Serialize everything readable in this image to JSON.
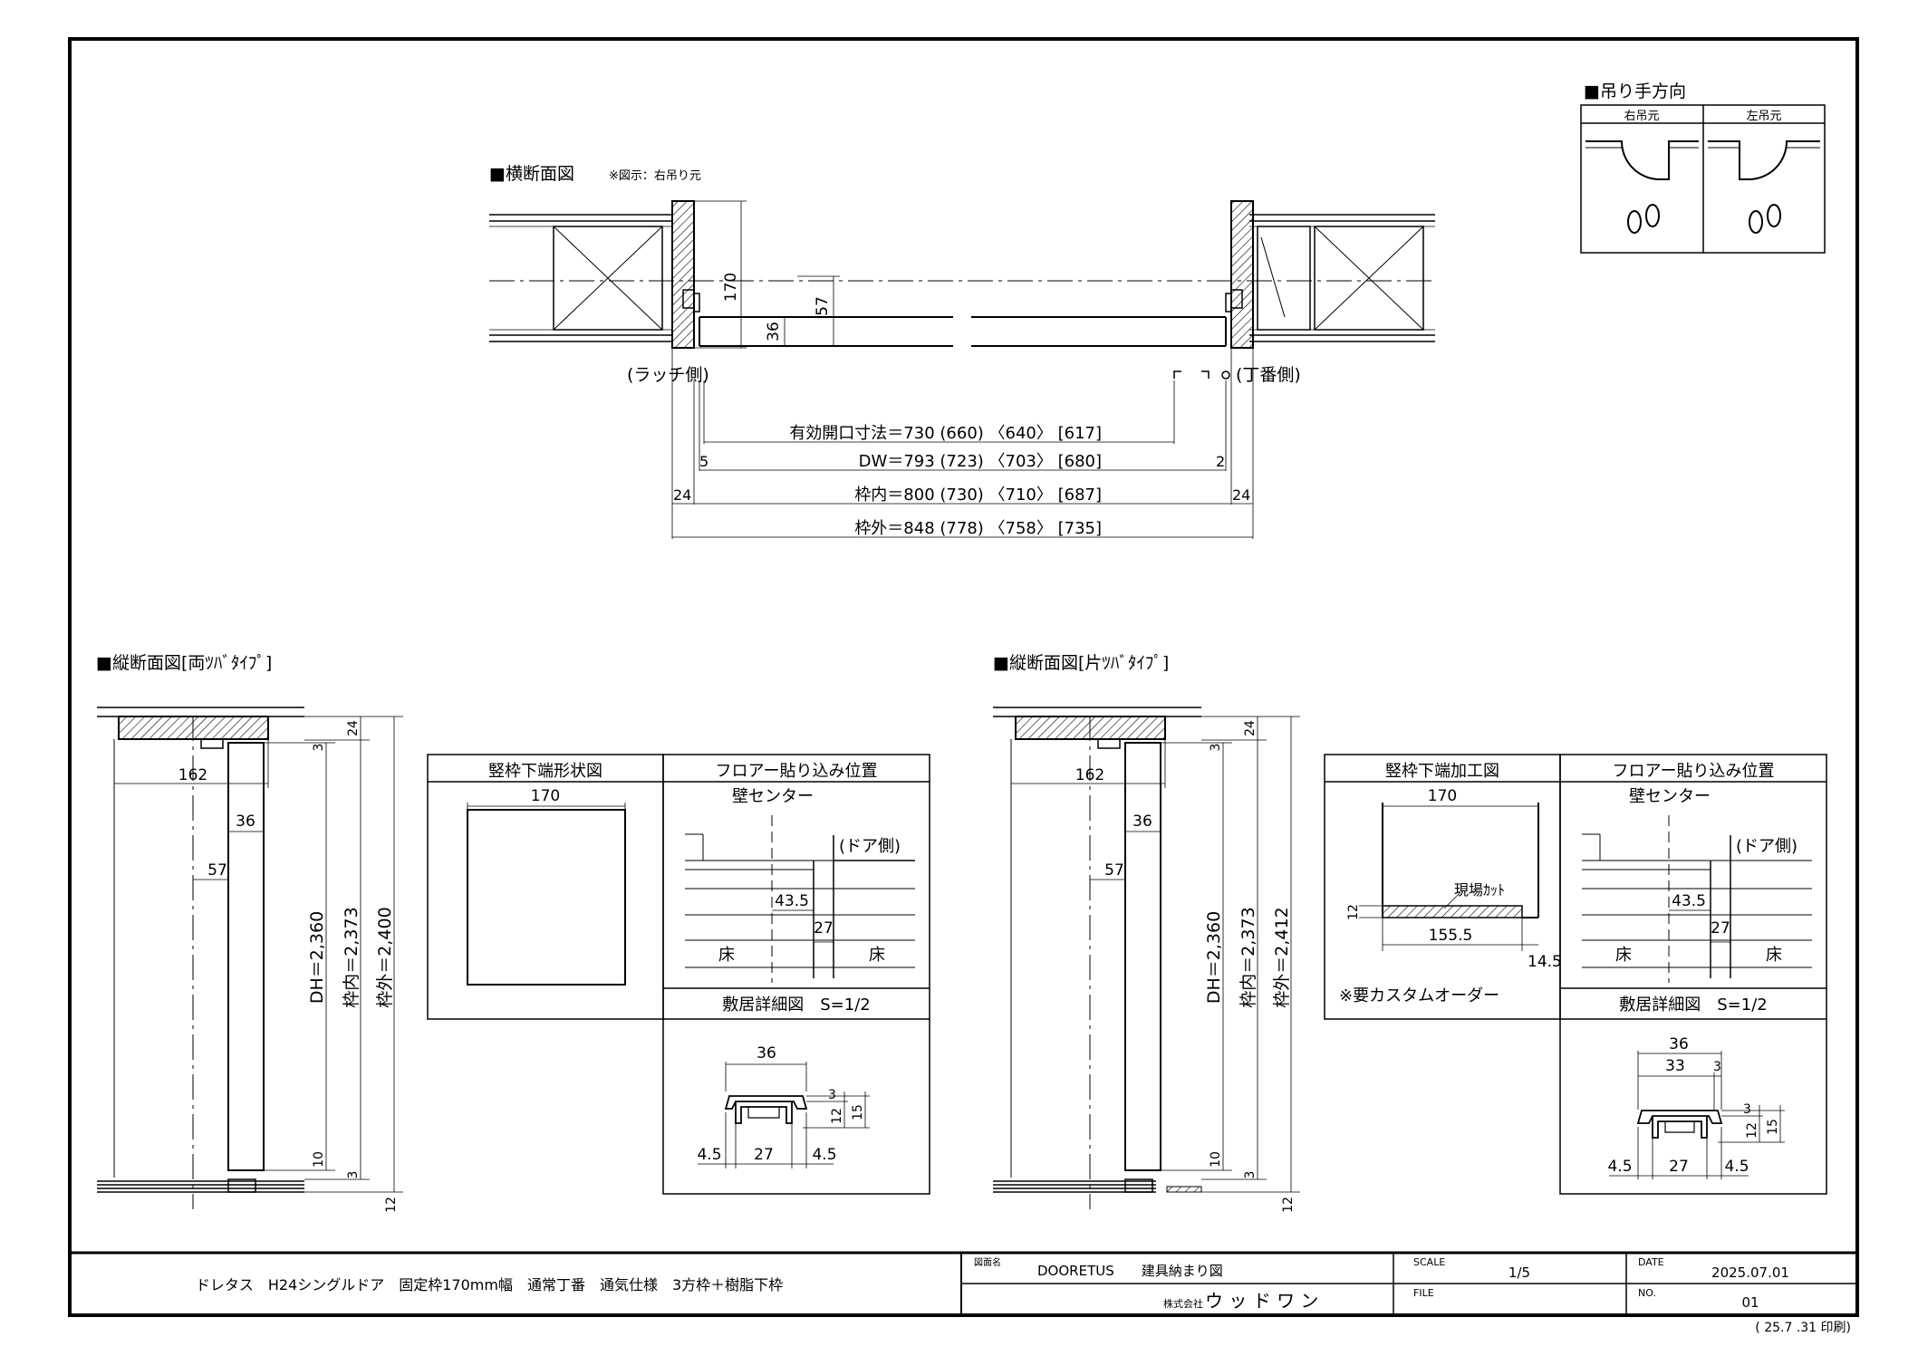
{
  "title_block": {
    "description": "ドレタス　H24シングルドア　固定枠170mm幅　通常丁番　通気仕様　3方枠＋樹脂下枠",
    "drawing_name_label": "図面名",
    "drawing_name": "DOORETUS　　建具納まり図",
    "company_prefix": "株式会社",
    "company": "ウ ッ ド ワ ン",
    "scale_label": "SCALE",
    "scale": "1/5",
    "file_label": "FILE",
    "date_label": "DATE",
    "date": "2025.07.01",
    "no_label": "NO.",
    "no": "01",
    "print_note": "( 25.7 .31 印刷)"
  },
  "hinge_direction": {
    "title": "■吊り手方向",
    "right": "右吊元",
    "left": "左吊元"
  },
  "horizontal_section": {
    "title": "■横断面図",
    "note": "※図示：右吊り元",
    "latch_side": "(ラッチ側)",
    "hinge_side": "(丁番側)",
    "dim_170": "170",
    "dim_57": "57",
    "dim_36": "36",
    "dim_5": "5",
    "dim_2": "2",
    "dim_24_left": "24",
    "dim_24_right": "24",
    "effective_opening": "有効開口寸法＝730 (660) 〈640〉 [617]",
    "dw": "DW＝793 (723) 〈703〉 [680]",
    "frame_inner": "枠内＝800 (730) 〈710〉 [687]",
    "frame_outer": "枠外＝848 (778) 〈758〉 [735]"
  },
  "left_vertical": {
    "title": "■縦断面図[両ﾂﾊﾞﾀｲﾌﾟ]",
    "dim_162": "162",
    "dim_36": "36",
    "dim_57": "57",
    "dim_3_top": "3",
    "dim_24": "24",
    "dim_10": "10",
    "dim_3_bottom": "3",
    "dim_12": "12",
    "dh": "DH＝2,360",
    "frame_inner": "枠内＝2,373",
    "frame_outer": "枠外＝2,400"
  },
  "left_detail": {
    "shape_title": "竪枠下端形状図",
    "shape_dim": "170",
    "floor_title": "フロアー貼り込み位置",
    "wall_center": "壁センター",
    "door_side": "(ドア側)",
    "dim_43_5": "43.5",
    "dim_27": "27",
    "floor_left": "床",
    "floor_right": "床",
    "sill_title": "敷居詳細図　S=1/2",
    "sill_36": "36",
    "sill_3": "3",
    "sill_12": "12",
    "sill_15": "15",
    "sill_4_5_left": "4.5",
    "sill_27": "27",
    "sill_4_5_right": "4.5"
  },
  "right_vertical": {
    "title": "■縦断面図[片ﾂﾊﾞﾀｲﾌﾟ]",
    "dim_162": "162",
    "dim_36": "36",
    "dim_57": "57",
    "dim_3_top": "3",
    "dim_24": "24",
    "dim_10": "10",
    "dim_3_bottom": "3",
    "dim_12": "12",
    "dh": "DH＝2,360",
    "frame_inner": "枠内＝2,373",
    "frame_outer": "枠外＝2,412"
  },
  "right_detail": {
    "shape_title": "竪枠下端加工図",
    "shape_dim": "170",
    "site_cut": "現場ｶｯﾄ",
    "dim_12": "12",
    "dim_155_5": "155.5",
    "dim_14_5": "14.5",
    "custom_note": "※要カスタムオーダー",
    "floor_title": "フロアー貼り込み位置",
    "wall_center": "壁センター",
    "door_side": "(ドア側)",
    "dim_43_5": "43.5",
    "dim_27": "27",
    "floor_left": "床",
    "floor_right": "床",
    "sill_title": "敷居詳細図　S=1/2",
    "sill_36": "36",
    "sill_33": "33",
    "sill_3_top": "3",
    "sill_3": "3",
    "sill_12": "12",
    "sill_15": "15",
    "sill_4_5_left": "4.5",
    "sill_27": "27",
    "sill_4_5_right": "4.5"
  }
}
